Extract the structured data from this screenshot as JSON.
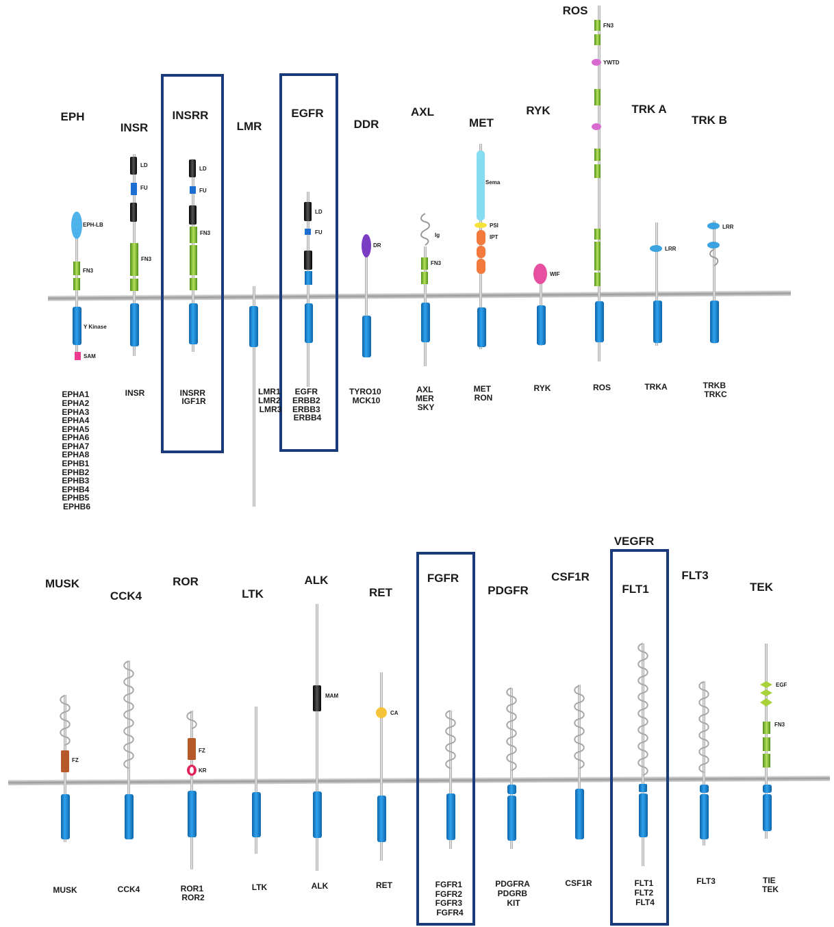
{
  "colors": {
    "membrane": "#b5b5b5",
    "highlight_box": "#1a3a7a",
    "kinase": "#1e8fd8",
    "fn3": "#8ec63f",
    "ld": "#222222",
    "fu": "#1c6fd0",
    "ephlb": "#4db3ea",
    "sam": "#ee3c8e",
    "dr": "#7b3cc4",
    "sema": "#86dcf0",
    "psi": "#f5e33a",
    "ipt": "#f27a3c",
    "wif": "#e84fa0",
    "ywtd": "#d86bd0",
    "lrr": "#3aa3e0",
    "fz": "#b5582a",
    "kr": "#e0245a",
    "mam": "#222222",
    "ca": "#f5c33a",
    "egf": "#a8d13c"
  },
  "top_row": {
    "families": [
      {
        "id": "eph",
        "label": "EPH",
        "members": [
          "EPHA1",
          "EPHA2",
          "EPHA3",
          "EPHA4",
          "EPHA5",
          "EPHA6",
          "EPHA7",
          "EPHA8",
          "EPHB1",
          "EPHB2",
          "EPHB3",
          "EPHB4",
          "EPHB5",
          "EPHB6"
        ],
        "domains": [
          "EPH-LB",
          "FN3",
          "Y Kinase",
          "SAM"
        ]
      },
      {
        "id": "insr",
        "label": "INSR",
        "members": [
          "INSR"
        ],
        "domains": [
          "LD",
          "FU"
        ]
      },
      {
        "id": "insrr",
        "label": "INSRR",
        "members": [
          "INSRR",
          "IGF1R"
        ],
        "domains": [
          "LD",
          "FU",
          "FN3"
        ]
      },
      {
        "id": "lmr",
        "label": "LMR",
        "members": [
          "LMR1",
          "LMR2",
          "LMR3"
        ],
        "domains": []
      },
      {
        "id": "egfr",
        "label": "EGFR",
        "members": [
          "EGFR",
          "ERBB2",
          "ERBB3",
          "ERBB4"
        ],
        "domains": [
          "LD",
          "FU"
        ]
      },
      {
        "id": "ddr",
        "label": "DDR",
        "members": [
          "TYRO10",
          "MCK10"
        ],
        "domains": [
          "DR"
        ]
      },
      {
        "id": "axl",
        "label": "AXL",
        "members": [
          "AXL",
          "MER",
          "SKY"
        ],
        "domains": [
          "Ig",
          "FN3"
        ]
      },
      {
        "id": "met",
        "label": "MET",
        "members": [
          "MET",
          "RON"
        ],
        "domains": [
          "Sema",
          "PSI",
          "IPT"
        ]
      },
      {
        "id": "ryk",
        "label": "RYK",
        "members": [
          "RYK"
        ],
        "domains": [
          "WIF"
        ]
      },
      {
        "id": "ros",
        "label": "ROS",
        "members": [
          "ROS"
        ],
        "domains": [
          "FN3",
          "YWTD"
        ]
      },
      {
        "id": "trka",
        "label": "TRK A",
        "members": [
          "TRKA"
        ],
        "domains": [
          "LRR"
        ]
      },
      {
        "id": "trkb",
        "label": "TRK B",
        "members": [
          "TRKB",
          "TRKC"
        ],
        "domains": [
          "LRR"
        ]
      }
    ]
  },
  "bottom_row": {
    "vegfr_group_label": "VEGFR",
    "families": [
      {
        "id": "musk",
        "label": "MUSK",
        "members": [
          "MUSK"
        ],
        "domains": [
          "FZ"
        ]
      },
      {
        "id": "cck4",
        "label": "CCK4",
        "members": [
          "CCK4"
        ],
        "domains": []
      },
      {
        "id": "ror",
        "label": "ROR",
        "members": [
          "ROR1",
          "ROR2"
        ],
        "domains": [
          "FZ",
          "KR"
        ]
      },
      {
        "id": "ltk",
        "label": "LTK",
        "members": [
          "LTK"
        ],
        "domains": []
      },
      {
        "id": "alk",
        "label": "ALK",
        "members": [
          "ALK"
        ],
        "domains": [
          "MAM"
        ]
      },
      {
        "id": "ret",
        "label": "RET",
        "members": [
          "RET"
        ],
        "domains": [
          "CA"
        ]
      },
      {
        "id": "fgfr",
        "label": "FGFR",
        "members": [
          "FGFR1",
          "FGFR2",
          "FGFR3",
          "FGFR4"
        ],
        "domains": []
      },
      {
        "id": "pdgfr",
        "label": "PDGFR",
        "members": [
          "PDGFRA",
          "PDGRB",
          "KIT"
        ],
        "domains": []
      },
      {
        "id": "csf1r",
        "label": "CSF1R",
        "members": [
          "CSF1R"
        ],
        "domains": []
      },
      {
        "id": "flt1",
        "label": "FLT1",
        "members": [
          "FLT1",
          "FLT2",
          "FLT4"
        ],
        "domains": []
      },
      {
        "id": "flt3",
        "label": "FLT3",
        "members": [
          "FLT3"
        ],
        "domains": []
      },
      {
        "id": "tek",
        "label": "TEK",
        "members": [
          "TIE",
          "TEK"
        ],
        "domains": [
          "EGF",
          "FN3"
        ]
      }
    ]
  }
}
